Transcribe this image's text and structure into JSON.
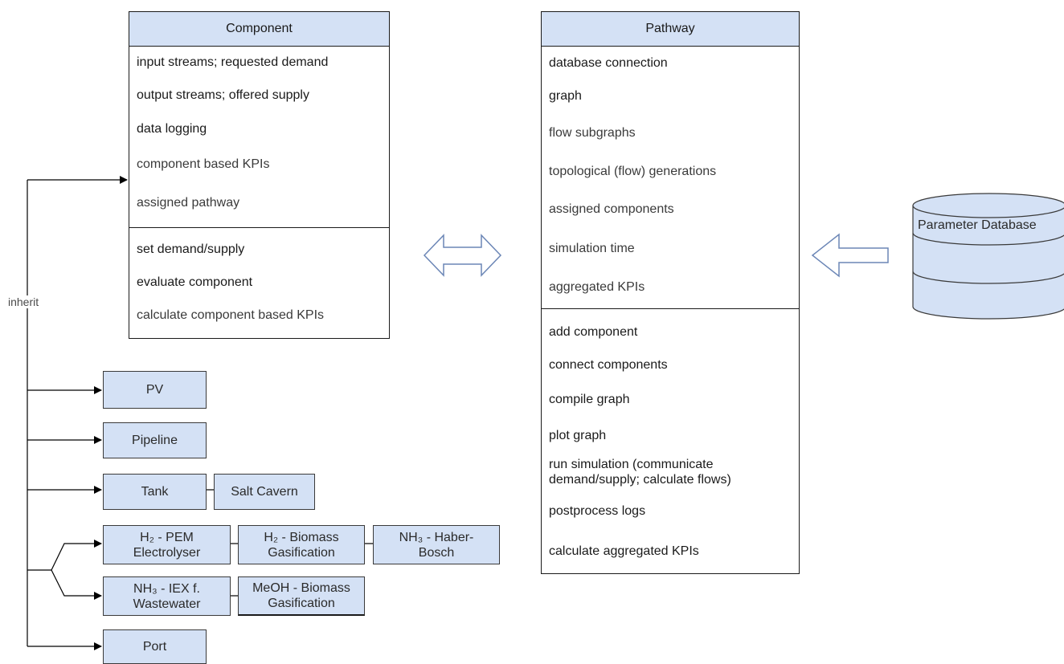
{
  "component": {
    "title": "Component",
    "attributes": [
      "input streams; requested demand",
      "output streams; offered supply",
      "data logging",
      "component based KPIs",
      "assigned pathway"
    ],
    "methods": [
      "set demand/supply",
      "evaluate component",
      "calculate component based KPIs"
    ]
  },
  "pathway": {
    "title": "Pathway",
    "attributes": [
      "database connection",
      "graph",
      "flow subgraphs",
      "topological (flow) generations",
      "assigned components",
      "simulation time",
      "aggregated KPIs"
    ],
    "methods": [
      "add component",
      "connect components",
      "compile graph",
      "plot graph",
      "run simulation (communicate\ndemand/supply; calculate flows)",
      "postprocess logs",
      "calculate aggregated KPIs"
    ]
  },
  "database": {
    "label": "Parameter Database"
  },
  "inherit_label": "inherit",
  "subclasses": {
    "pv": "PV",
    "pipeline": "Pipeline",
    "tank": "Tank",
    "salt_cavern": "Salt Cavern",
    "h2_pem": "H₂ - PEM\nElectrolyser",
    "h2_biomass": "H₂ - Biomass\nGasification",
    "nh3_haber": "NH₃ - Haber-\nBosch",
    "nh3_iex": "NH₃ - IEX f.\nWastewater",
    "meoh_biomass": "MeOH - Biomass\nGasification",
    "port": "Port"
  },
  "colors": {
    "box_fill": "#d4e1f5",
    "border": "#1a1a1a",
    "arrow_stroke": "#6b86b6"
  }
}
